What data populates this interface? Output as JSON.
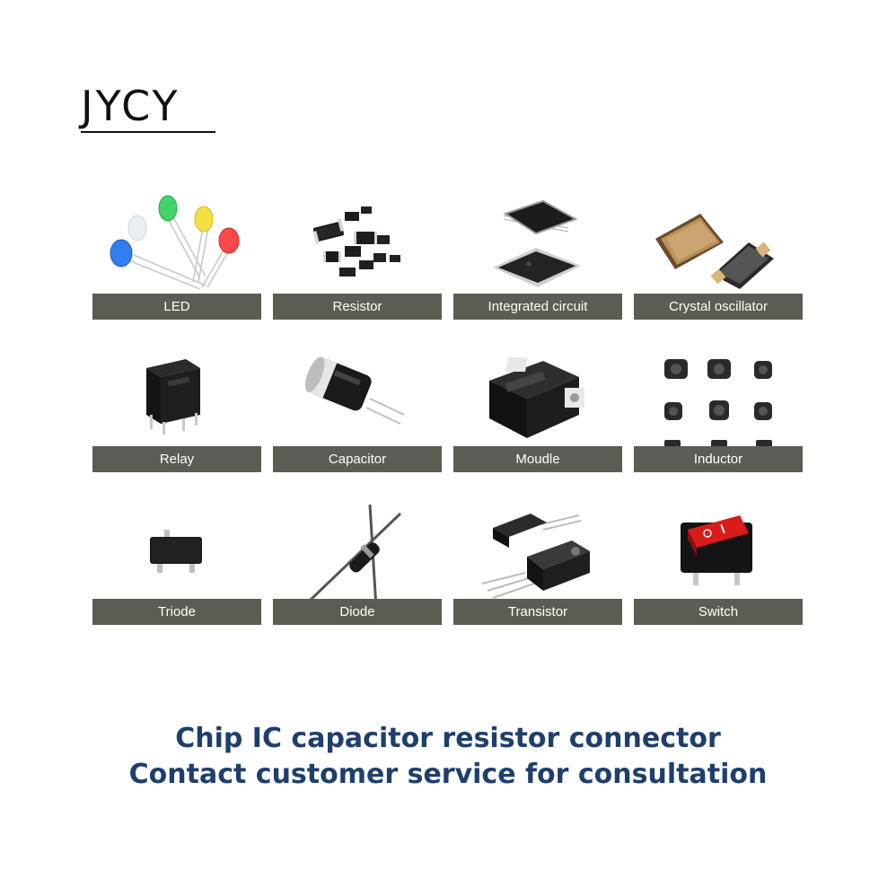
{
  "brand": {
    "logo_text": "JYCY"
  },
  "products": [
    {
      "label": "LED",
      "icon": "led-icon"
    },
    {
      "label": "Resistor",
      "icon": "resistor-icon"
    },
    {
      "label": "Integrated circuit",
      "icon": "integrated-circuit-icon"
    },
    {
      "label": "Crystal oscillator",
      "icon": "crystal-oscillator-icon"
    },
    {
      "label": "Relay",
      "icon": "relay-icon"
    },
    {
      "label": "Capacitor",
      "icon": "capacitor-icon"
    },
    {
      "label": "Moudle",
      "icon": "module-icon"
    },
    {
      "label": "Inductor",
      "icon": "inductor-icon"
    },
    {
      "label": "Triode",
      "icon": "triode-icon"
    },
    {
      "label": "Diode",
      "icon": "diode-icon"
    },
    {
      "label": "Transistor",
      "icon": "transistor-icon"
    },
    {
      "label": "Switch",
      "icon": "switch-icon"
    }
  ],
  "tagline": {
    "line1": "Chip IC capacitor resistor connector",
    "line2": "Contact customer service for consultation"
  },
  "colors": {
    "label_bar": "#5c5c52",
    "label_text": "#ffffff",
    "tagline": "#1e3f6e",
    "logo": "#111111"
  }
}
